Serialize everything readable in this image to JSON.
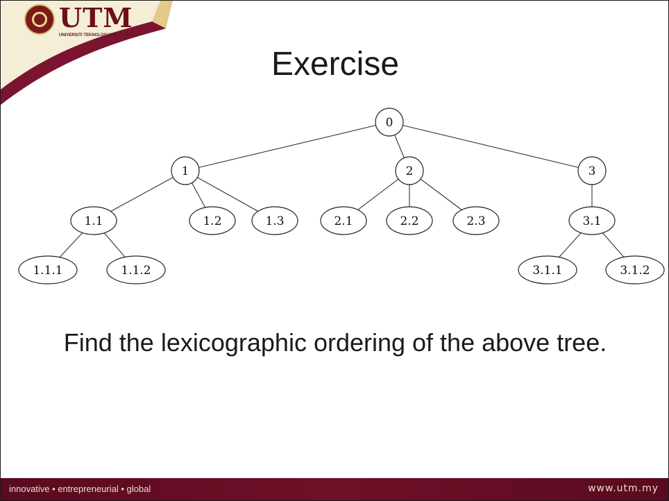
{
  "header": {
    "logo_text": "UTM",
    "logo_subtext": "UNIVERSITI TEKNOLOGI MALAYSIA",
    "title": "Exercise"
  },
  "tree": {
    "nodes": [
      {
        "id": "0",
        "label": "0"
      },
      {
        "id": "1",
        "label": "1"
      },
      {
        "id": "2",
        "label": "2"
      },
      {
        "id": "3",
        "label": "3"
      },
      {
        "id": "1.1",
        "label": "1.1"
      },
      {
        "id": "1.2",
        "label": "1.2"
      },
      {
        "id": "1.3",
        "label": "1.3"
      },
      {
        "id": "2.1",
        "label": "2.1"
      },
      {
        "id": "2.2",
        "label": "2.2"
      },
      {
        "id": "2.3",
        "label": "2.3"
      },
      {
        "id": "3.1",
        "label": "3.1"
      },
      {
        "id": "1.1.1",
        "label": "1.1.1"
      },
      {
        "id": "1.1.2",
        "label": "1.1.2"
      },
      {
        "id": "3.1.1",
        "label": "3.1.1"
      },
      {
        "id": "3.1.2",
        "label": "3.1.2"
      }
    ],
    "edges": [
      [
        "0",
        "1"
      ],
      [
        "0",
        "2"
      ],
      [
        "0",
        "3"
      ],
      [
        "1",
        "1.1"
      ],
      [
        "1",
        "1.2"
      ],
      [
        "1",
        "1.3"
      ],
      [
        "2",
        "2.1"
      ],
      [
        "2",
        "2.2"
      ],
      [
        "2",
        "2.3"
      ],
      [
        "3",
        "3.1"
      ],
      [
        "1.1",
        "1.1.1"
      ],
      [
        "1.1",
        "1.1.2"
      ],
      [
        "3.1",
        "3.1.1"
      ],
      [
        "3.1",
        "3.1.2"
      ]
    ]
  },
  "question": "Find the lexicographic ordering of the above tree.",
  "footer": {
    "tagline": "innovative • entrepreneurial • global",
    "url": "www.utm.my"
  },
  "colors": {
    "maroon": "#6e1028",
    "gold": "#d8b36a",
    "footer_text": "#e8e2c8"
  }
}
